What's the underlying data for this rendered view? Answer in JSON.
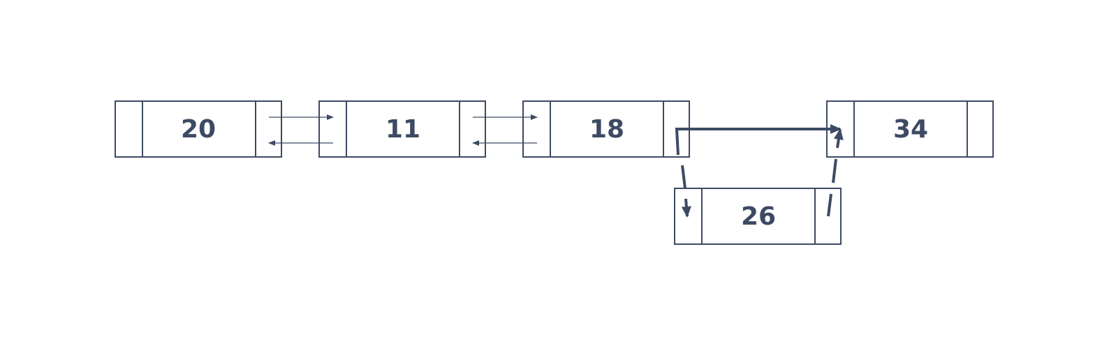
{
  "diagram": {
    "colors": {
      "stroke": "#3d4a63",
      "background": "#ffffff"
    },
    "nodes": [
      {
        "id": "n20",
        "value": "20"
      },
      {
        "id": "n11",
        "value": "11"
      },
      {
        "id": "n18",
        "value": "18"
      },
      {
        "id": "n34",
        "value": "34"
      },
      {
        "id": "n26",
        "value": "26"
      }
    ]
  }
}
